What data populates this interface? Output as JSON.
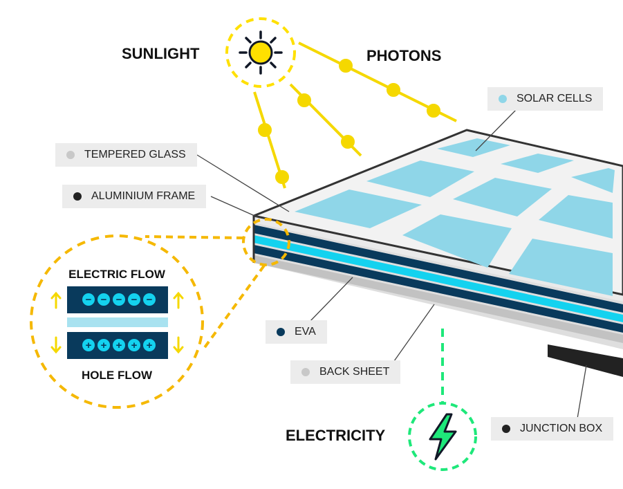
{
  "headings": {
    "sunlight": "SUNLIGHT",
    "photons": "PHOTONS",
    "electricity": "ELECTRICITY"
  },
  "labels": {
    "solar_cells": "SOLAR CELLS",
    "tempered_glass": "TEMPERED GLASS",
    "aluminium_frame": "ALUMINIUM FRAME",
    "eva": "EVA",
    "back_sheet": "BACK SHEET",
    "junction_box": "JUNCTION BOX"
  },
  "inset": {
    "electric_flow": "ELECTRIC FLOW",
    "hole_flow": "HOLE FLOW",
    "minus_symbol": "−",
    "plus_symbol": "+"
  },
  "colors": {
    "sun_yellow": "#ffe000",
    "sun_stroke": "#111827",
    "photon_yellow": "#f5d800",
    "cell_blue": "#8fd6e8",
    "panel_frame": "#333333",
    "glass_white": "#f2f2f2",
    "dark_navy": "#093a5c",
    "bright_cyan": "#14d2ef",
    "back_sheet_gray": "#bfbfbf",
    "junction_black": "#222222",
    "dashed_orange": "#f5b800",
    "electric_green": "#1ee87a",
    "label_bg": "#ececec"
  },
  "dot_colors": {
    "solar_cells": "#8fd6e8",
    "tempered_glass": "#c8c8c8",
    "aluminium_frame": "#222222",
    "eva": "#093a5c",
    "back_sheet": "#c8c8c8",
    "junction_box": "#222222"
  }
}
